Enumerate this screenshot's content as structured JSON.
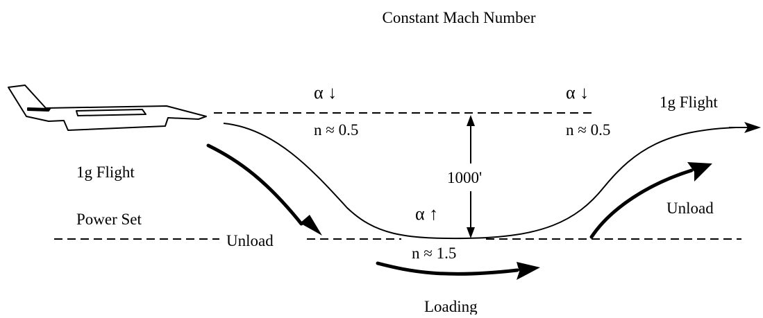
{
  "title": "Constant Mach Number",
  "labels": {
    "left_flight": "1g Flight",
    "right_flight": "1g Flight",
    "power_set": "Power Set",
    "unload_left": "Unload",
    "unload_right": "Unload",
    "loading": "Loading",
    "altitude": "1000'",
    "alpha_down_left": "α ↓",
    "alpha_down_right": "α ↓",
    "alpha_up": "α ↑",
    "n_left": "n ≈ 0.5",
    "n_right": "n ≈ 0.5",
    "n_bottom": "n ≈ 1.5"
  },
  "colors": {
    "ink": "#000000",
    "background": "#ffffff"
  },
  "icons": {
    "aircraft": "jet-aircraft-icon"
  }
}
